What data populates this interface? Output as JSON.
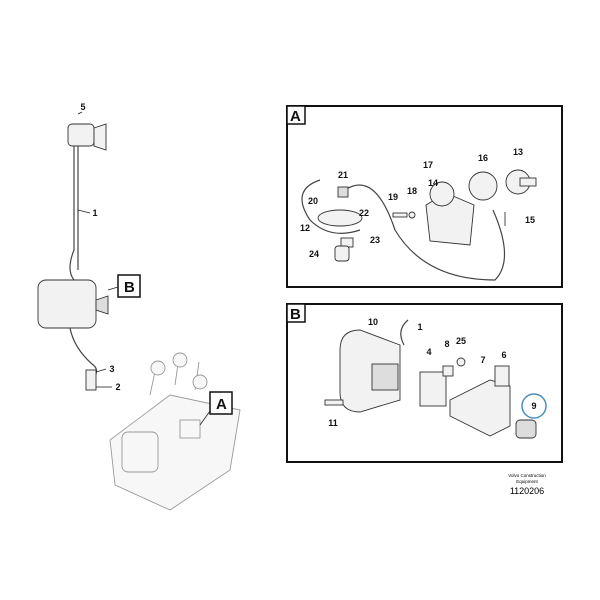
{
  "main": {
    "callouts": [
      "5",
      "1",
      "3",
      "2"
    ],
    "ref_boxes": [
      "B",
      "A"
    ]
  },
  "panel_a": {
    "title": "A",
    "callouts": [
      "21",
      "17",
      "16",
      "13",
      "14",
      "19",
      "18",
      "20",
      "22",
      "12",
      "23",
      "24",
      "15"
    ]
  },
  "panel_b": {
    "title": "B",
    "callouts": [
      "10",
      "1",
      "25",
      "8",
      "4",
      "7",
      "6",
      "11",
      "9"
    ],
    "highlight_color": "#4a8fc4"
  },
  "footer": {
    "company_line1": "Volvo Construction",
    "company_line2": "Equipment",
    "drawing_number": "1120206"
  }
}
